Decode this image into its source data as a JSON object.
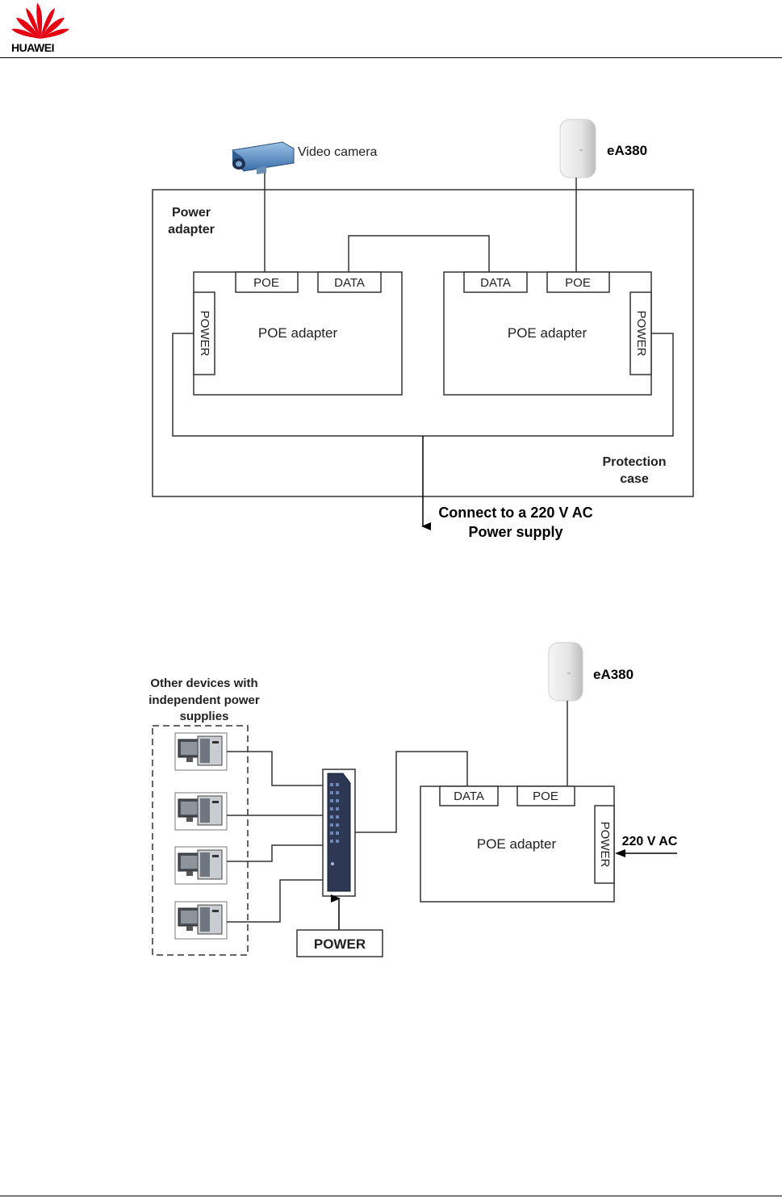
{
  "header": {
    "brand": "HUAWEI",
    "logo_color": "#e60012"
  },
  "diagram1": {
    "camera_label": "Video camera",
    "ap_label": "eA380",
    "power_adapter_label_line1": "Power",
    "power_adapter_label_line2": "adapter",
    "left_adapter": {
      "poe": "POE",
      "data": "DATA",
      "power": "POWER",
      "name": "POE adapter"
    },
    "right_adapter": {
      "data": "DATA",
      "poe": "POE",
      "power": "POWER",
      "name": "POE adapter"
    },
    "protection_label_line1": "Protection",
    "protection_label_line2": "case",
    "supply_label_line1": "Connect to a 220 V AC",
    "supply_label_line2": "Power supply"
  },
  "diagram2": {
    "devices_label_line1": "Other devices with",
    "devices_label_line2": "independent power",
    "devices_label_line3": "supplies",
    "ap_label": "eA380",
    "adapter": {
      "data": "DATA",
      "poe": "POE",
      "power": "POWER",
      "name": "POE adapter"
    },
    "ac_label": "220 V AC",
    "switch_power_label": "POWER"
  }
}
